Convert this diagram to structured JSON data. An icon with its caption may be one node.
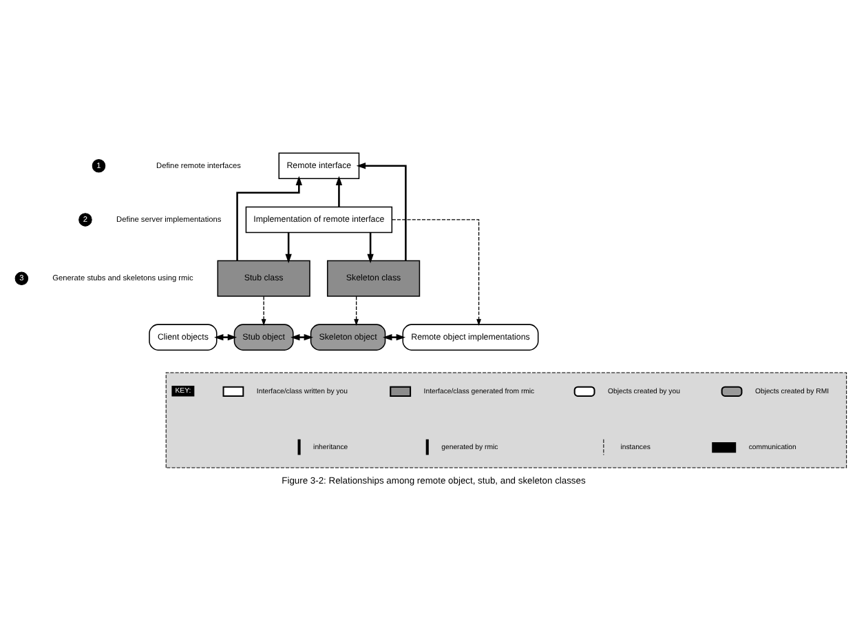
{
  "diagram": {
    "caption": "Figure 3-2: Relationships among remote object, stub, and skeleton classes",
    "nodes": [
      {
        "text": [
          "Remote interface"
        ]
      },
      {
        "text": [
          "Implementation of remote interface"
        ]
      },
      {
        "text": [
          "Stub class"
        ]
      },
      {
        "text": [
          "Skeleton class"
        ]
      },
      {
        "text": [
          "Client objects"
        ]
      },
      {
        "text": [
          "Stub object"
        ]
      },
      {
        "text": [
          "Skeleton object"
        ]
      },
      {
        "text": [
          "Remote object implementations"
        ]
      },
      {
        "text": [
          "KEY:"
        ]
      }
    ],
    "edges": [
      {
        "from": 1,
        "to": 0,
        "arrow": "to"
      },
      {
        "from": 2,
        "to": 0,
        "arrow": "to"
      },
      {
        "from": 3,
        "to": 0,
        "arrow": "to"
      },
      {
        "from": 1,
        "to": 2,
        "arrow": "to"
      },
      {
        "from": 1,
        "to": 3,
        "arrow": "to"
      },
      {
        "from": 2,
        "to": 5,
        "arrow": "to",
        "style": "dashed"
      },
      {
        "from": 3,
        "to": 6,
        "arrow": "to",
        "style": "dashed"
      },
      {
        "from": 1,
        "to": 7,
        "arrow": "to",
        "style": "dashed"
      },
      {
        "from": 4,
        "to": 5,
        "arrow": "both"
      },
      {
        "from": 5,
        "to": 6,
        "arrow": "both"
      },
      {
        "from": 6,
        "to": 7,
        "arrow": "both"
      }
    ],
    "labels": [
      "1",
      "Define remote interfaces",
      "2",
      "Define server implementations",
      "3",
      "Generate stubs and skeletons using rmic"
    ],
    "legend": [
      {
        "text": "Interface/class written by you"
      },
      {
        "text": "Interface/class generated from rmic"
      },
      {
        "text": "Objects created by you"
      },
      {
        "text": "Objects created by RMI"
      },
      {
        "text": "inheritance"
      },
      {
        "text": "generated by rmic"
      },
      {
        "text": "instances"
      },
      {
        "text": "communication"
      }
    ]
  }
}
